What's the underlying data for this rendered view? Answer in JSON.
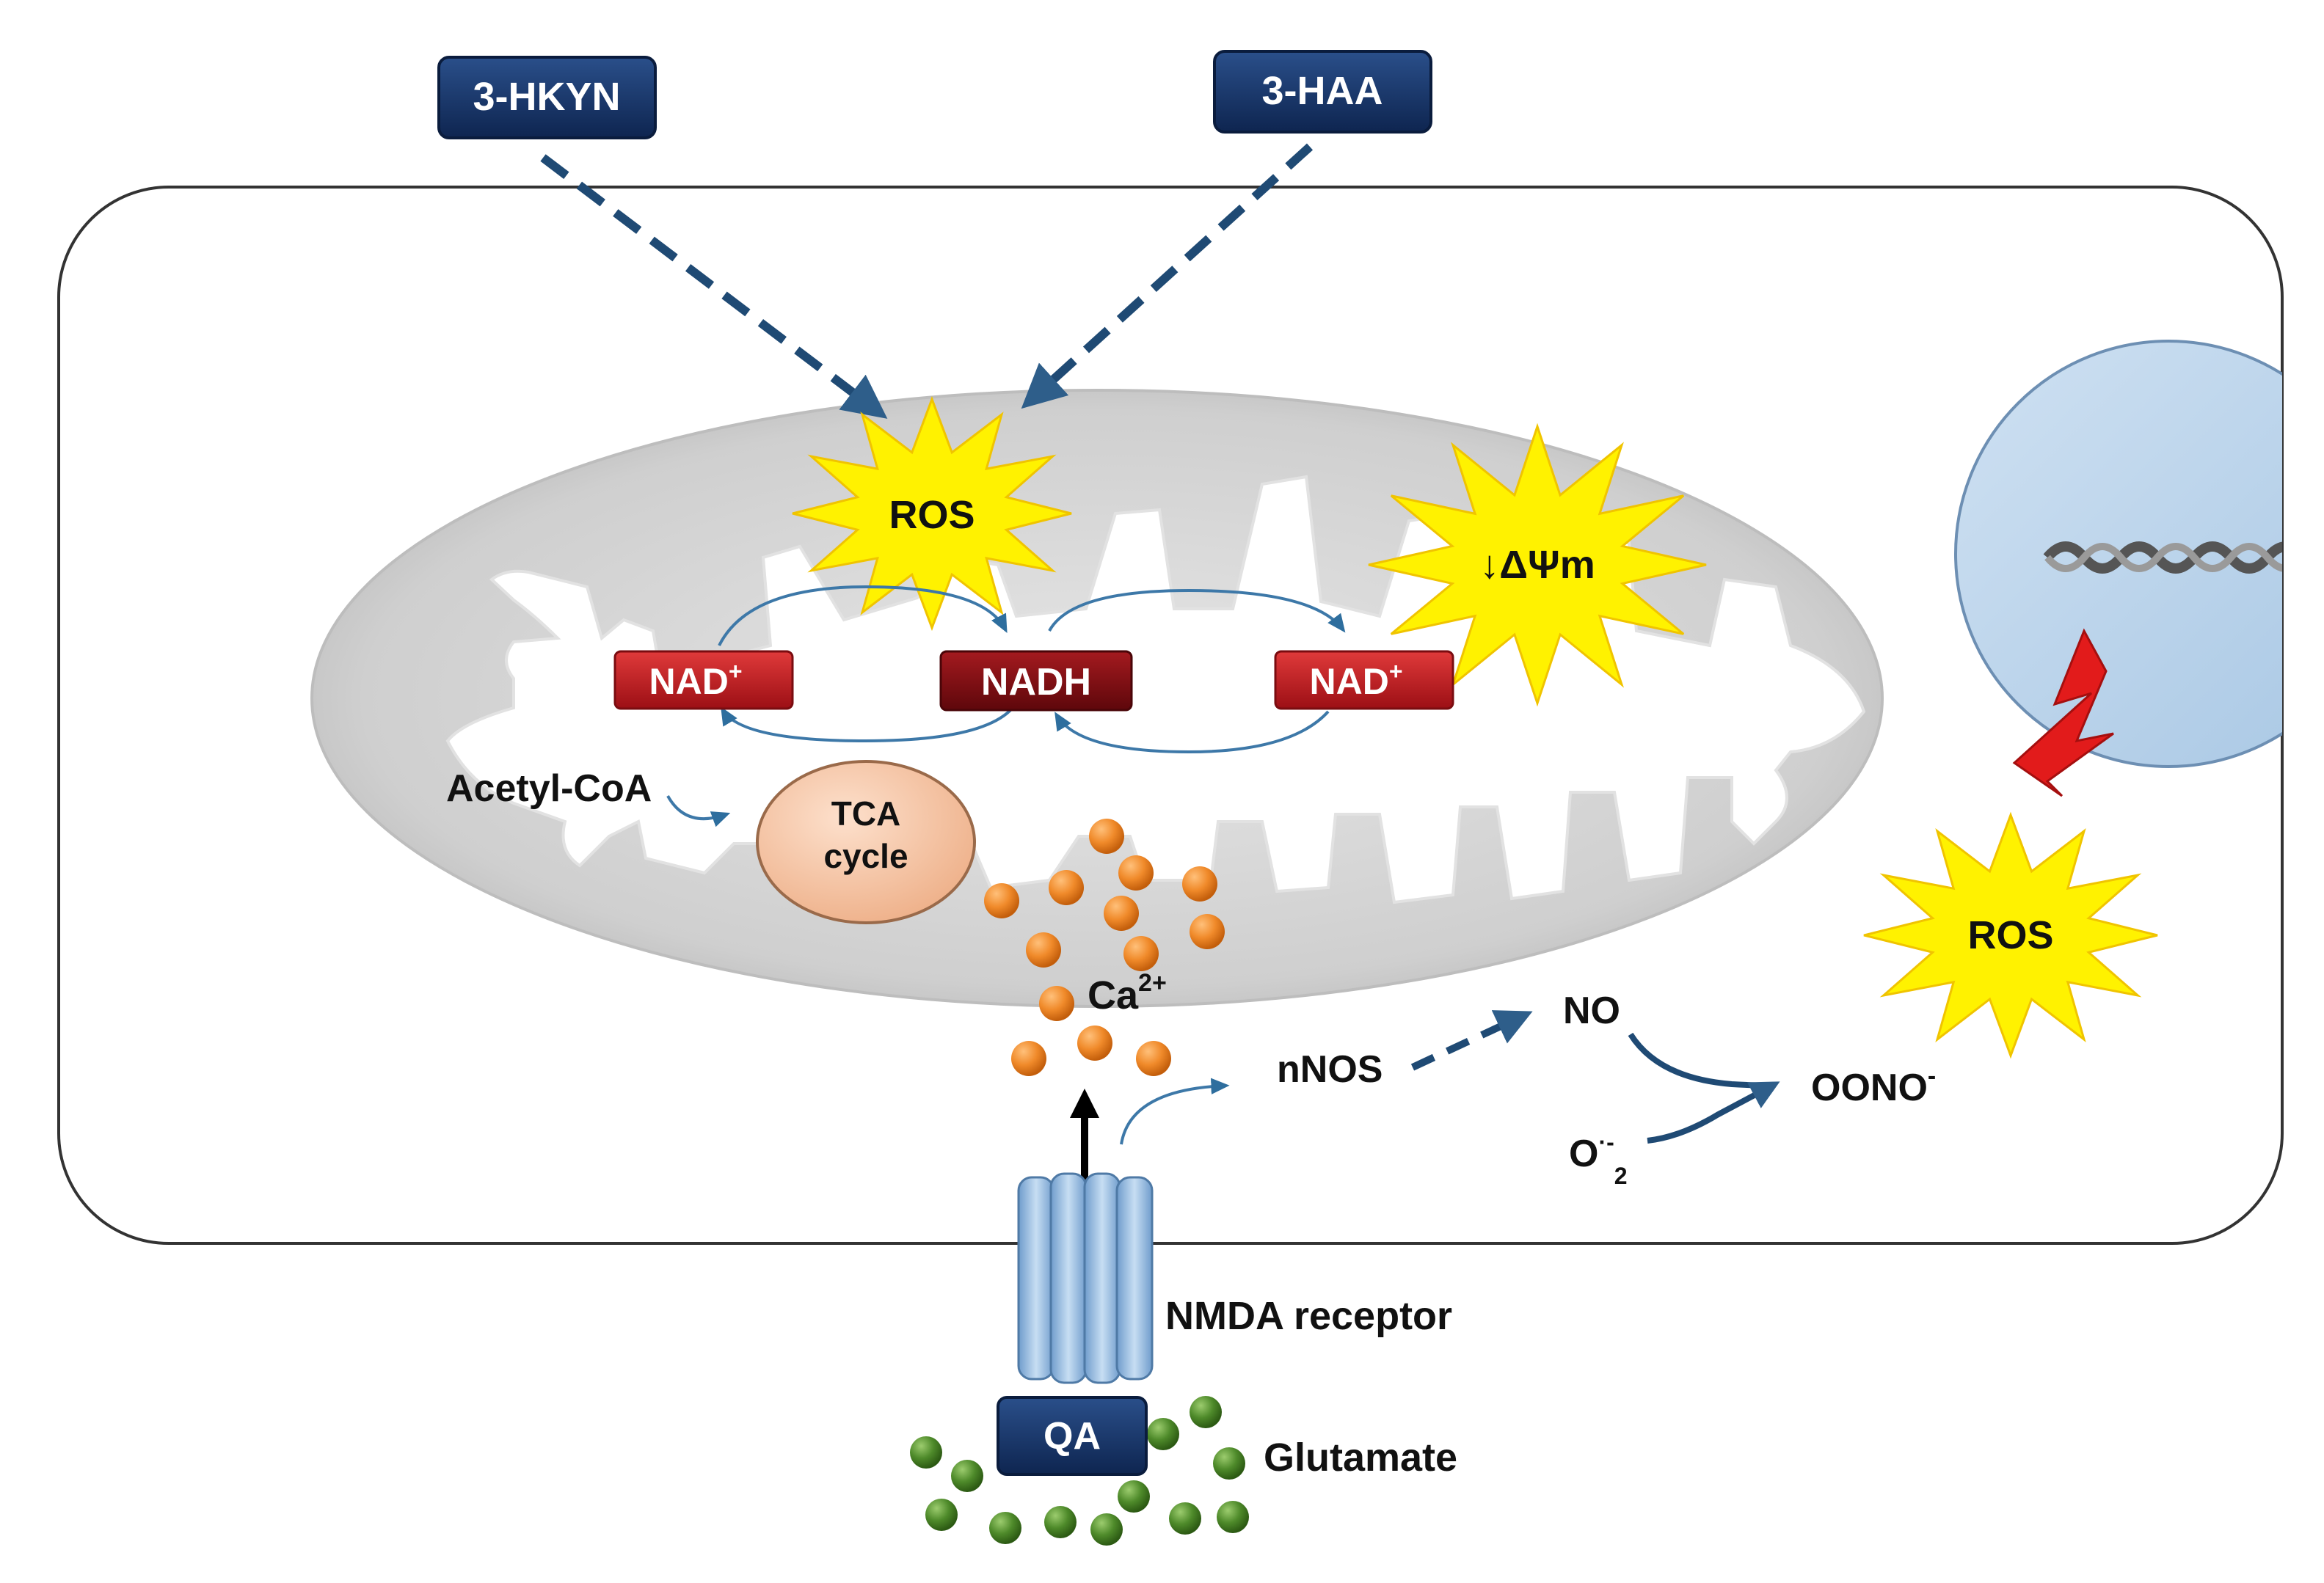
{
  "labels": {
    "hkyn": "3-HKYN",
    "haa": "3-HAA",
    "ros_mito": "ROS",
    "delta_psi": "↓ΔΨm",
    "nad_left": "NAD",
    "nad_left_sup": "+",
    "nadh": "NADH",
    "nad_right": "NAD",
    "nad_right_sup": "+",
    "acetyl_coa": "Acetyl-CoA",
    "tca_line1": "TCA",
    "tca_line2": "cycle",
    "ca": "Ca",
    "ca_sup": "2+",
    "nnos": "nNOS",
    "no": "NO",
    "oono": "OONO",
    "oono_sup": "-",
    "o2": "O",
    "o2_sup": "·-",
    "o2_sub": "2",
    "ros_cyto": "ROS",
    "nmda": "NMDA receptor",
    "qa": "QA",
    "glutamate": "Glutamate"
  },
  "colors": {
    "navy_box": "#13305e",
    "red_box": "#b3141c",
    "dark_red_box": "#7a0c10",
    "arrow_blue": "#2e5e8a",
    "star_yellow": "#fff200",
    "mito_outer": "#d0d0d0",
    "nucleus": "#b9d3ea",
    "calcium": "#f08a2a",
    "glutamate": "#4e8a2a",
    "tca": "#f7c9a8",
    "receptor": "#9cc3e6",
    "lightning": "#e21b1b"
  }
}
